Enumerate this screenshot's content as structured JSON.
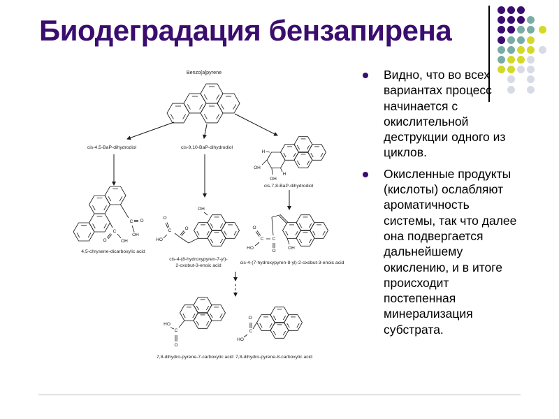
{
  "slide": {
    "title": "Биодеградация бензапирена",
    "bullets": [
      [
        "Видно, что во всех",
        "вариантах процесс",
        "начинается с",
        "окислительной",
        "деструкции одного из",
        "циклов."
      ],
      [
        "Окисленные продукты",
        "(кислоты) ослабляют",
        "ароматичность",
        "системы, так что далее",
        "она подвергается",
        "дальнейшему",
        "окислению, и в итоге",
        "происходит",
        "постепенная",
        "минерализация",
        "субстрата."
      ]
    ]
  },
  "colors": {
    "title_text": "#3A0D6E",
    "body_text": "#000000",
    "dot_purple": "#3A0D6E",
    "dot_teal": "#7AACA6",
    "dot_yellow": "#D3D929",
    "dot_gray": "#D8DAE6",
    "diagram_ink": "#1a1a1a"
  },
  "decoration": {
    "dot_rows": [
      [
        "P",
        "P",
        "P",
        "",
        ""
      ],
      [
        "P",
        "P",
        "P",
        "T",
        ""
      ],
      [
        "P",
        "P",
        "T",
        "T",
        "Y"
      ],
      [
        "P",
        "T",
        "T",
        "Y",
        ""
      ],
      [
        "T",
        "T",
        "Y",
        "Y",
        "G"
      ],
      [
        "T",
        "Y",
        "Y",
        "G",
        ""
      ],
      [
        "Y",
        "Y",
        "G",
        "G",
        ""
      ],
      [
        "",
        "G",
        "",
        "G",
        ""
      ],
      [
        "",
        "G",
        "",
        "G",
        ""
      ]
    ]
  },
  "diagram": {
    "compound_labels": {
      "top": "Benzo[a]pyrene",
      "l2a": "cis-4,5-BaP-dihydrodiol",
      "l2b": "cis-9,10-BaP-dihydrodiol",
      "l2c": "cis-7,8-BaP-dihydrodiol",
      "l3a": "4,5-chrysene-dicarboxylic acid",
      "l3b1": "cis-4-(8-hydroxypyren-7-yl)-",
      "l3b2": "2-oxobut-3-enoic acid",
      "l3c": "cis-4-(7-hydroxypyren-8-yl)-2-oxobut-3-enoic acid",
      "l4a": "7,8-dihydro-pyrene-7-carboxylic acid",
      "l4b": "7,8-dihydro-pyrene-8-carboxylic acid"
    },
    "atom_labels": {
      "oh": "OH",
      "ho": "HO",
      "h": "H",
      "c": "C",
      "o": "O"
    }
  }
}
